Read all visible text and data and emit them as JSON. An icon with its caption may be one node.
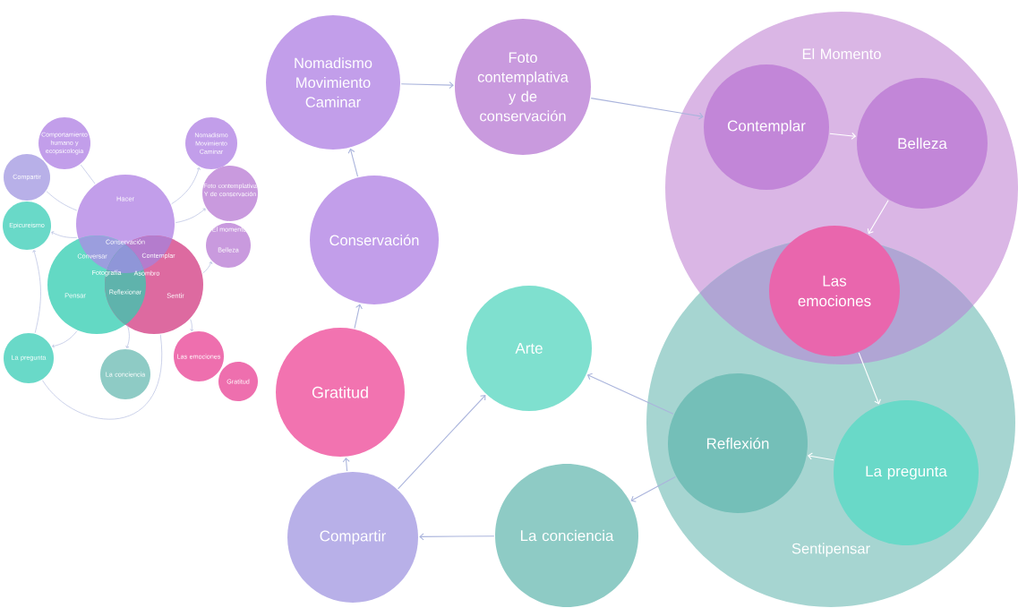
{
  "diagram": {
    "nodes": [
      {
        "text": [
          "Nomadismo Movimiento Caminar"
        ]
      },
      {
        "text": [
          "Foto contemplativa y de conservación"
        ]
      },
      {
        "text": [
          "El Momento"
        ]
      },
      {
        "text": [
          "Contemplar"
        ],
        "in": 2
      },
      {
        "text": [
          "Belleza"
        ],
        "in": 2
      },
      {
        "text": [
          "Sentipensar"
        ]
      },
      {
        "text": [
          "Las emociones"
        ],
        "in": 2
      },
      {
        "text": [
          "Reflexión"
        ],
        "in": 5
      },
      {
        "text": [
          "La pregunta"
        ],
        "in": 5
      },
      {
        "text": [
          "Conservación"
        ]
      },
      {
        "text": [
          "Arte"
        ]
      },
      {
        "text": [
          "Gratitud"
        ]
      },
      {
        "text": [
          "Compartir"
        ]
      },
      {
        "text": [
          "La conciencia"
        ]
      },
      {
        "text": [
          "Comportamiento humano y ecopsicologia"
        ]
      },
      {
        "text": [
          "Compartir"
        ]
      },
      {
        "text": [
          "Epicureismo"
        ]
      },
      {
        "text": [
          "Hacer"
        ]
      },
      {
        "text": [
          "Pensar"
        ]
      },
      {
        "text": [
          "Sentir"
        ]
      },
      {
        "text": [
          "Nomadismo Movimiento Caminar"
        ]
      },
      {
        "text": [
          "Foto contemplativa Y de conservación"
        ]
      },
      {
        "text": [
          "Belleza"
        ]
      },
      {
        "text": [
          "La pregunta"
        ]
      },
      {
        "text": [
          "La conciencia"
        ]
      },
      {
        "text": [
          "Las emociones"
        ]
      },
      {
        "text": [
          "Gratitud"
        ]
      }
    ],
    "edges": [
      {
        "from": 9,
        "to": 0,
        "arrow": "to"
      },
      {
        "from": 0,
        "to": 1,
        "arrow": "to"
      },
      {
        "from": 1,
        "to": 3,
        "arrow": "to"
      },
      {
        "from": 3,
        "to": 4,
        "arrow": "to",
        "color": "#ffffff"
      },
      {
        "from": 4,
        "to": 6,
        "arrow": "to",
        "color": "#ffffff"
      },
      {
        "from": 6,
        "to": 8,
        "arrow": "to",
        "color": "#ffffff"
      },
      {
        "from": 8,
        "to": 7,
        "arrow": "to",
        "color": "#ffffff"
      },
      {
        "from": 7,
        "to": 10,
        "arrow": "to"
      },
      {
        "from": 7,
        "to": 13,
        "arrow": "to"
      },
      {
        "from": 13,
        "to": 12,
        "arrow": "to"
      },
      {
        "from": 12,
        "to": 11,
        "arrow": "to"
      },
      {
        "from": 12,
        "to": 10,
        "arrow": "to"
      },
      {
        "from": 11,
        "to": 9,
        "arrow": "to"
      },
      {
        "from": 17,
        "to": 14,
        "arrow": "none"
      },
      {
        "from": 17,
        "to": 15,
        "arrow": "none"
      },
      {
        "from": 17,
        "to": 16,
        "arrow": "to"
      },
      {
        "from": 17,
        "to": 20,
        "arrow": "to"
      },
      {
        "from": 17,
        "to": 21,
        "arrow": "to"
      },
      {
        "from": 19,
        "to": 22,
        "arrow": "to"
      },
      {
        "from": 19,
        "to": 25,
        "arrow": "to"
      },
      {
        "from": 18,
        "to": 23,
        "arrow": "to"
      },
      {
        "from": 18,
        "to": 24,
        "arrow": "to"
      },
      {
        "from": 23,
        "to": 16,
        "arrow": "to"
      },
      {
        "from": 19,
        "to": 23,
        "arrow": "none"
      }
    ],
    "labels": [
      "Conservación",
      "Conversar",
      "Contemplar",
      "Fotografía",
      "Asombro",
      "Reflexionar",
      "El momento"
    ]
  }
}
